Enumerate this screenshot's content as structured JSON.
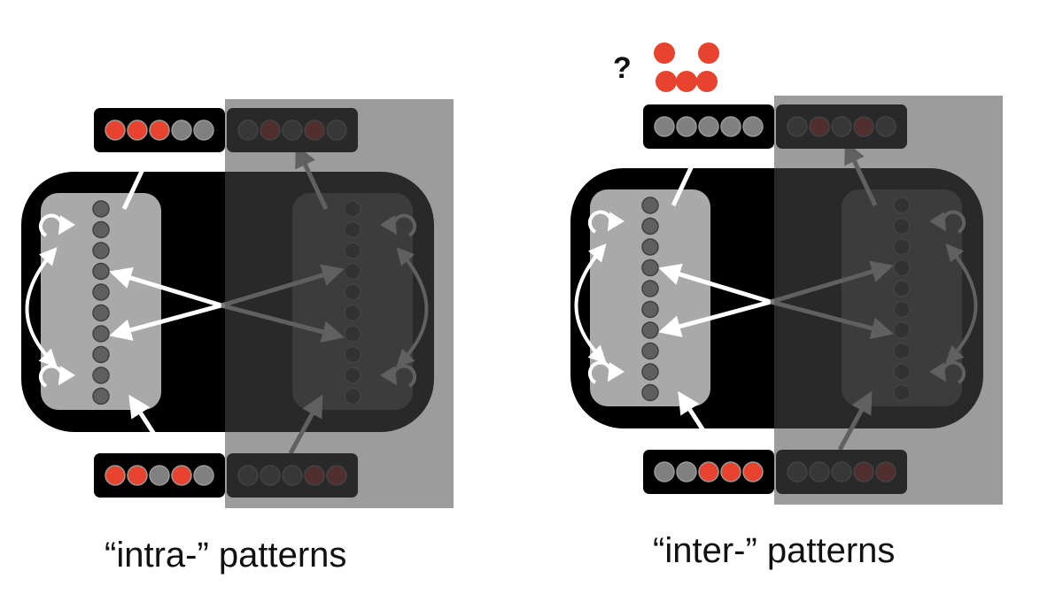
{
  "captions": {
    "left": "“intra-” patterns",
    "right": "“inter-” patterns"
  },
  "question_mark": "?",
  "colors": {
    "active": "#e8432e",
    "inactive_light": "#808080",
    "inactive_dark": "#1f1f1f",
    "active_dark": "#5a0f0c",
    "shade_overlay": "#4a4a4a"
  },
  "panels": [
    {
      "id": "intra",
      "top_light_pattern": [
        1,
        1,
        1,
        0,
        0
      ],
      "top_dark_pattern": [
        0,
        1,
        0,
        1,
        0
      ],
      "bottom_light_pattern": [
        1,
        1,
        0,
        1,
        0
      ],
      "bottom_dark_pattern": [
        0,
        0,
        0,
        1,
        1
      ]
    },
    {
      "id": "inter",
      "top_light_pattern": [
        0,
        0,
        0,
        0,
        0
      ],
      "top_dark_pattern": [
        0,
        1,
        0,
        1,
        0
      ],
      "bottom_light_pattern": [
        0,
        0,
        1,
        1,
        1
      ],
      "bottom_dark_pattern": [
        0,
        0,
        0,
        1,
        1
      ]
    }
  ],
  "floating_pattern": [
    1,
    1,
    0,
    1,
    1,
    1
  ]
}
